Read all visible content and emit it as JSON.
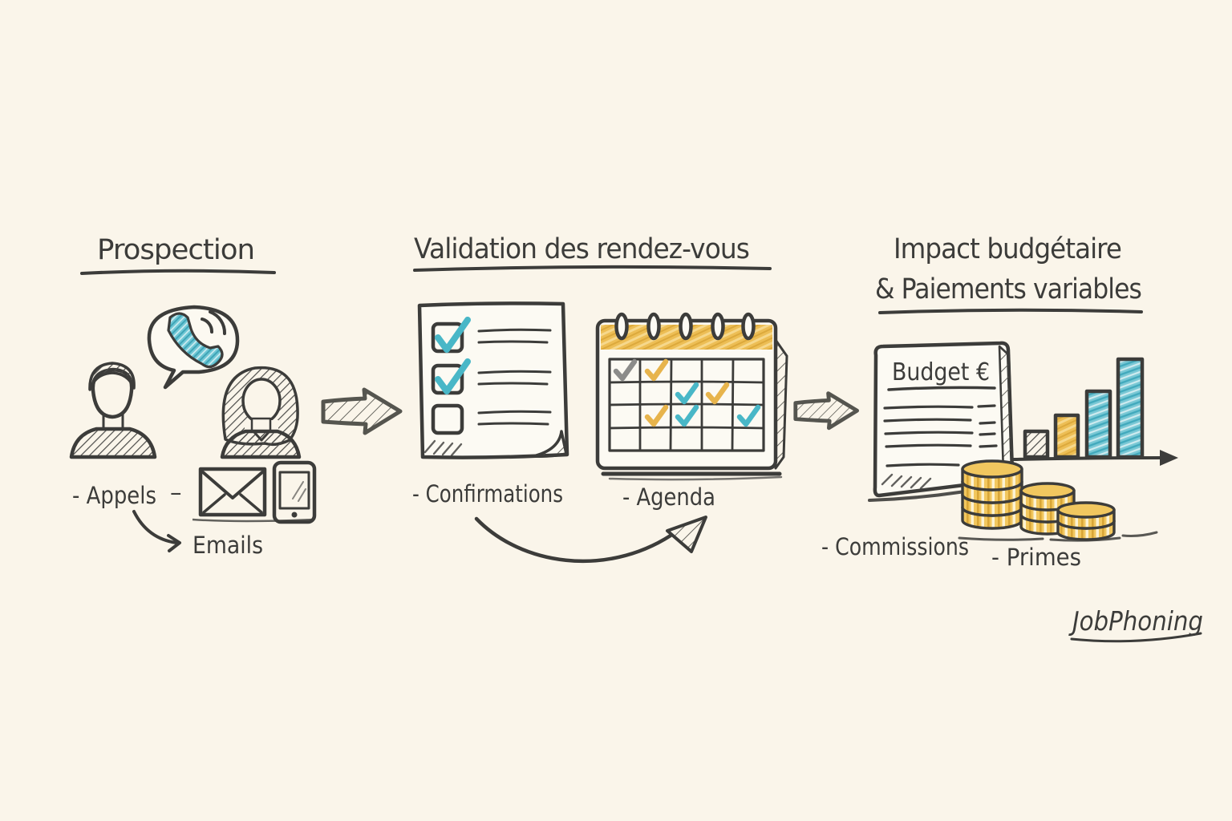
{
  "palette": {
    "background": "#FAF5EA",
    "paper": "#FCFAF3",
    "ink": "#3C3C3A",
    "teal": "#49B7C7",
    "yellow": "#E7B44C",
    "gray_check": "#8C8C8A",
    "coin_gold": "#F1C75F"
  },
  "steps": [
    {
      "title": "Prospection",
      "labels": {
        "appels": "- Appels",
        "dash": "–",
        "emails": "Emails"
      },
      "icons": [
        "man",
        "woman",
        "phone-speech-bubble",
        "envelope",
        "smartphone",
        "curved-arrow"
      ]
    },
    {
      "title": "Validation des rendez-vous",
      "labels": {
        "confirmations": "- Confirmations",
        "agenda": "- Agenda"
      },
      "checklist": {
        "items": 3,
        "checked": [
          true,
          true,
          false
        ]
      },
      "calendar": {
        "grid": {
          "cols": 5,
          "rows": 4
        },
        "checks": [
          {
            "row": 1,
            "col": 1,
            "color": "gray"
          },
          {
            "row": 1,
            "col": 2,
            "color": "yellow"
          },
          {
            "row": 2,
            "col": 3,
            "color": "teal"
          },
          {
            "row": 2,
            "col": 4,
            "color": "yellow"
          },
          {
            "row": 3,
            "col": 2,
            "color": "yellow"
          },
          {
            "row": 3,
            "col": 3,
            "color": "teal"
          },
          {
            "row": 3,
            "col": 5,
            "color": "teal"
          }
        ]
      }
    },
    {
      "title_line1": "Impact budgétaire",
      "title_line2": "& Paiements variables",
      "document_title": "Budget €",
      "labels": {
        "commissions": "- Commissions",
        "primes": "- Primes"
      },
      "bar_chart": {
        "type": "bar",
        "bars": [
          {
            "color": "gray-hatch",
            "relative_height": 1.0
          },
          {
            "color": "yellow",
            "relative_height": 1.6
          },
          {
            "color": "teal",
            "relative_height": 2.5
          },
          {
            "color": "teal",
            "relative_height": 3.7
          }
        ]
      },
      "coin_stacks": [
        4,
        3,
        2
      ]
    }
  ],
  "signature": "JobPhoning"
}
